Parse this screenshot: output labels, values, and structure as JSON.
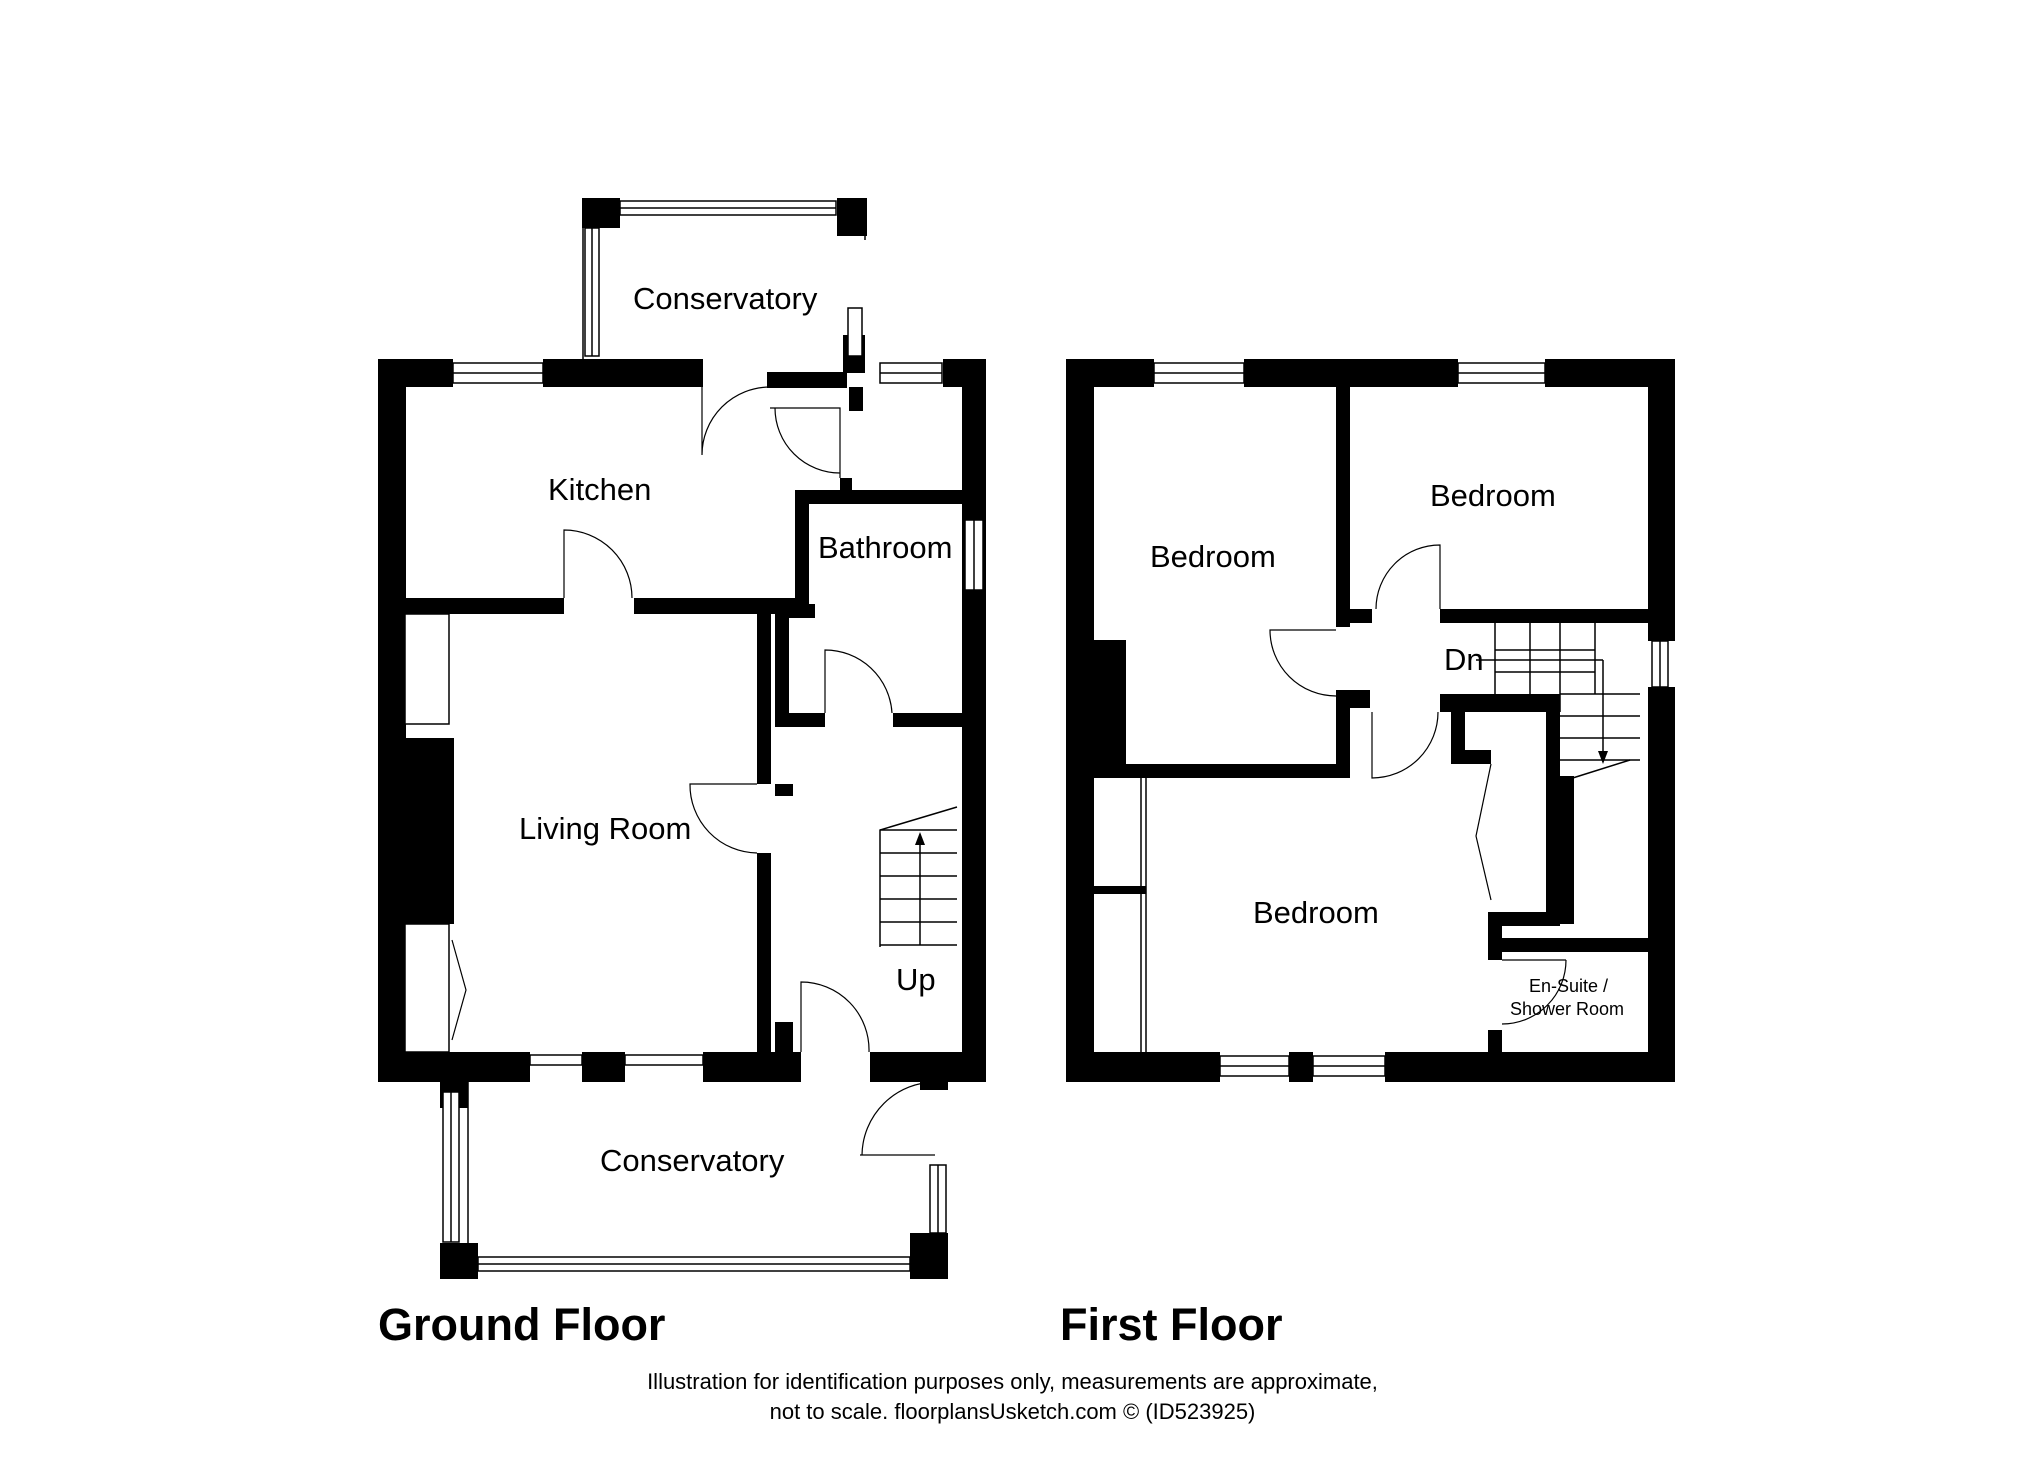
{
  "ground_floor": {
    "title": "Ground Floor",
    "rooms": {
      "conservatory_top": "Conservatory",
      "kitchen": "Kitchen",
      "bathroom": "Bathroom",
      "living_room": "Living Room",
      "stairs": "Up",
      "conservatory_bottom": "Conservatory"
    }
  },
  "first_floor": {
    "title": "First Floor",
    "rooms": {
      "bedroom_left": "Bedroom",
      "bedroom_right": "Bedroom",
      "stairs": "Dn",
      "bedroom_main": "Bedroom",
      "ensuite_line1": "En-Suite /",
      "ensuite_line2": "Shower Room"
    }
  },
  "disclaimer": {
    "line1": "Illustration for identification purposes only, measurements are approximate,",
    "line2": "not to scale. floorplansUsketch.com © (ID523925)"
  }
}
